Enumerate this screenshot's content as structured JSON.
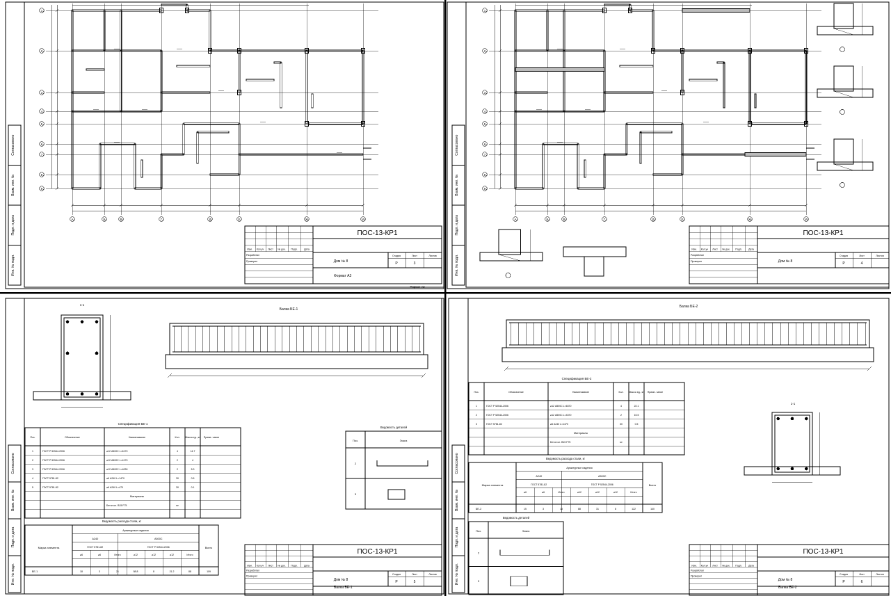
{
  "background": "#ffffff",
  "divider_color": "#000000",
  "line_color": "#000000",
  "sheets": [
    {
      "id": "s1",
      "doc_code": "ПОС-13-КР1",
      "axis_rows": [
        "1",
        "2",
        "3",
        "4",
        "5",
        "6",
        "7",
        "8",
        "9"
      ],
      "axis_cols": [
        "А",
        "Б",
        "В",
        "Г",
        "Д",
        "Е",
        "Ж",
        "И"
      ],
      "footer_text": "Формат А3"
    },
    {
      "id": "s2",
      "doc_code": "ПОС-13-КР1",
      "axis_rows": [
        "1",
        "2",
        "3",
        "4",
        "5",
        "6",
        "7",
        "8",
        "9"
      ],
      "axis_cols": [
        "А",
        "Б",
        "В",
        "Г",
        "Д",
        "Е",
        "Ж",
        "И"
      ]
    },
    {
      "id": "s3",
      "doc_code": "ПОС-13-КР1",
      "beam_title": "Балка БЕ-1",
      "section_label": "1-1",
      "spec_title": "Спецификация БЕ-1",
      "spec_headers": [
        "Поз.",
        "Обозначение",
        "Наименование",
        "Кол.",
        "Масса ед., кг",
        "Приме- чание"
      ],
      "spec_rows": [
        {
          "pos": "1",
          "code": "ГОСТ Р 52544-2006",
          "name": "⌀12 А500С L=6170",
          "qty": "4",
          "mass": "14.7"
        },
        {
          "pos": "2",
          "code": "ГОСТ Р 52544-2006",
          "name": "⌀12 А500С L=4170",
          "qty": "2",
          "mass": "4"
        },
        {
          "pos": "3",
          "code": "ГОСТ Р 52544-2006",
          "name": "⌀12 А500С L=4030",
          "qty": "2",
          "mass": "5.3"
        },
        {
          "pos": "4",
          "code": "ГОСТ 5781-82",
          "name": "⌀6 А240 L=1470",
          "qty": "30",
          "mass": "0.5"
        },
        {
          "pos": "5",
          "code": "ГОСТ 5781-82",
          "name": "⌀6 А240 L=470",
          "qty": "30",
          "mass": "0.1"
        }
      ],
      "spec_materials_label": "Материалы",
      "spec_concrete": "Бетон кл. В15 F75",
      "spec_concrete_unit": "м³",
      "bending_title": "Ведомость деталей",
      "bending_headers": [
        "Поз.",
        "Эскиз"
      ],
      "bending_rows": [
        "2",
        "3"
      ],
      "steel_title": "Ведомость расхода стали, кг",
      "steel_element_label": "Марка элемента",
      "steel_group_label": "Арматурные изделия",
      "steel_class_a240": "А240",
      "steel_class_a500": "А500С",
      "steel_gost1": "ГОСТ 5781-82",
      "steel_gost2": "ГОСТ Р 52544-2006",
      "steel_total_label": "Всего",
      "steel_row_label": "БЕ-1",
      "steel_sub_headers": [
        "⌀6",
        "⌀6",
        "Итого",
        "⌀12",
        "⌀12",
        "⌀12",
        "Итого"
      ],
      "steel_row": [
        "18",
        "3",
        "21",
        "58.8",
        "8",
        "21.2",
        "88",
        "109"
      ],
      "footer_text": "Балка БЕ-1"
    },
    {
      "id": "s4",
      "doc_code": "ПОС-13-КР1",
      "beam_title": "Балка БЕ-2",
      "spec_title": "Спецификация БЕ-2",
      "spec_headers": [
        "Поз.",
        "Обозначение",
        "Наименование",
        "Кол.",
        "Масса ед., кг",
        "Приме- чание"
      ],
      "spec_rows": [
        {
          "pos": "1",
          "code": "ГОСТ Р 52544-2006",
          "name": "⌀12 А500С L=6370",
          "qty": "4",
          "mass": "22.1"
        },
        {
          "pos": "2",
          "code": "ГОСТ Р 52544-2006",
          "name": "⌀12 А500С L=4370",
          "qty": "2",
          "mass": "15.5"
        },
        {
          "pos": "3",
          "code": "ГОСТ 5781-82",
          "name": "⌀6 А240 L=1470",
          "qty": "30",
          "mass": "0.5"
        }
      ],
      "spec_materials_label": "Материалы",
      "spec_concrete": "Бетон кл. В15 F75",
      "spec_concrete_unit": "м³",
      "section_label": "1-1",
      "steel_title": "Ведомость расхода стали, кг",
      "steel_element_label": "Марка элемента",
      "steel_group_label": "Арматурные изделия",
      "steel_class_a240": "А240",
      "steel_class_a500": "А500С",
      "steel_gost1": "ГОСТ 5781-82",
      "steel_gost2": "ГОСТ Р 52544-2006",
      "steel_total_label": "Всего",
      "steel_row_label": "БЕ-2",
      "steel_sub_headers": [
        "⌀6",
        "⌀6",
        "Итого",
        "⌀12",
        "⌀12",
        "⌀12",
        "Итого"
      ],
      "steel_row": [
        "15",
        "3",
        "18",
        "88",
        "31",
        "8",
        "122",
        "140"
      ],
      "bending_title": "Ведомость деталей",
      "bending_headers": [
        "Поз.",
        "Эскиз"
      ],
      "bending_rows": [
        "2",
        "3"
      ],
      "footer_text": "Балка БЕ-2"
    }
  ],
  "title_block": {
    "headers": [
      "Изм.",
      "Кол.уч",
      "Лист",
      "№ док.",
      "Подп.",
      "Дата"
    ],
    "names": [
      "Разработал",
      "Проверил"
    ],
    "object": "Дом № 8",
    "stage_headers": [
      "Стадия",
      "Лист",
      "Листов"
    ],
    "stage_value": "Р",
    "sheet_numbers": [
      "3",
      "4",
      "5",
      "6"
    ]
  },
  "side_stamp": [
    "Согласовано",
    "Взам. инв. №",
    "Подп. и дата",
    "Инв. № подл."
  ]
}
